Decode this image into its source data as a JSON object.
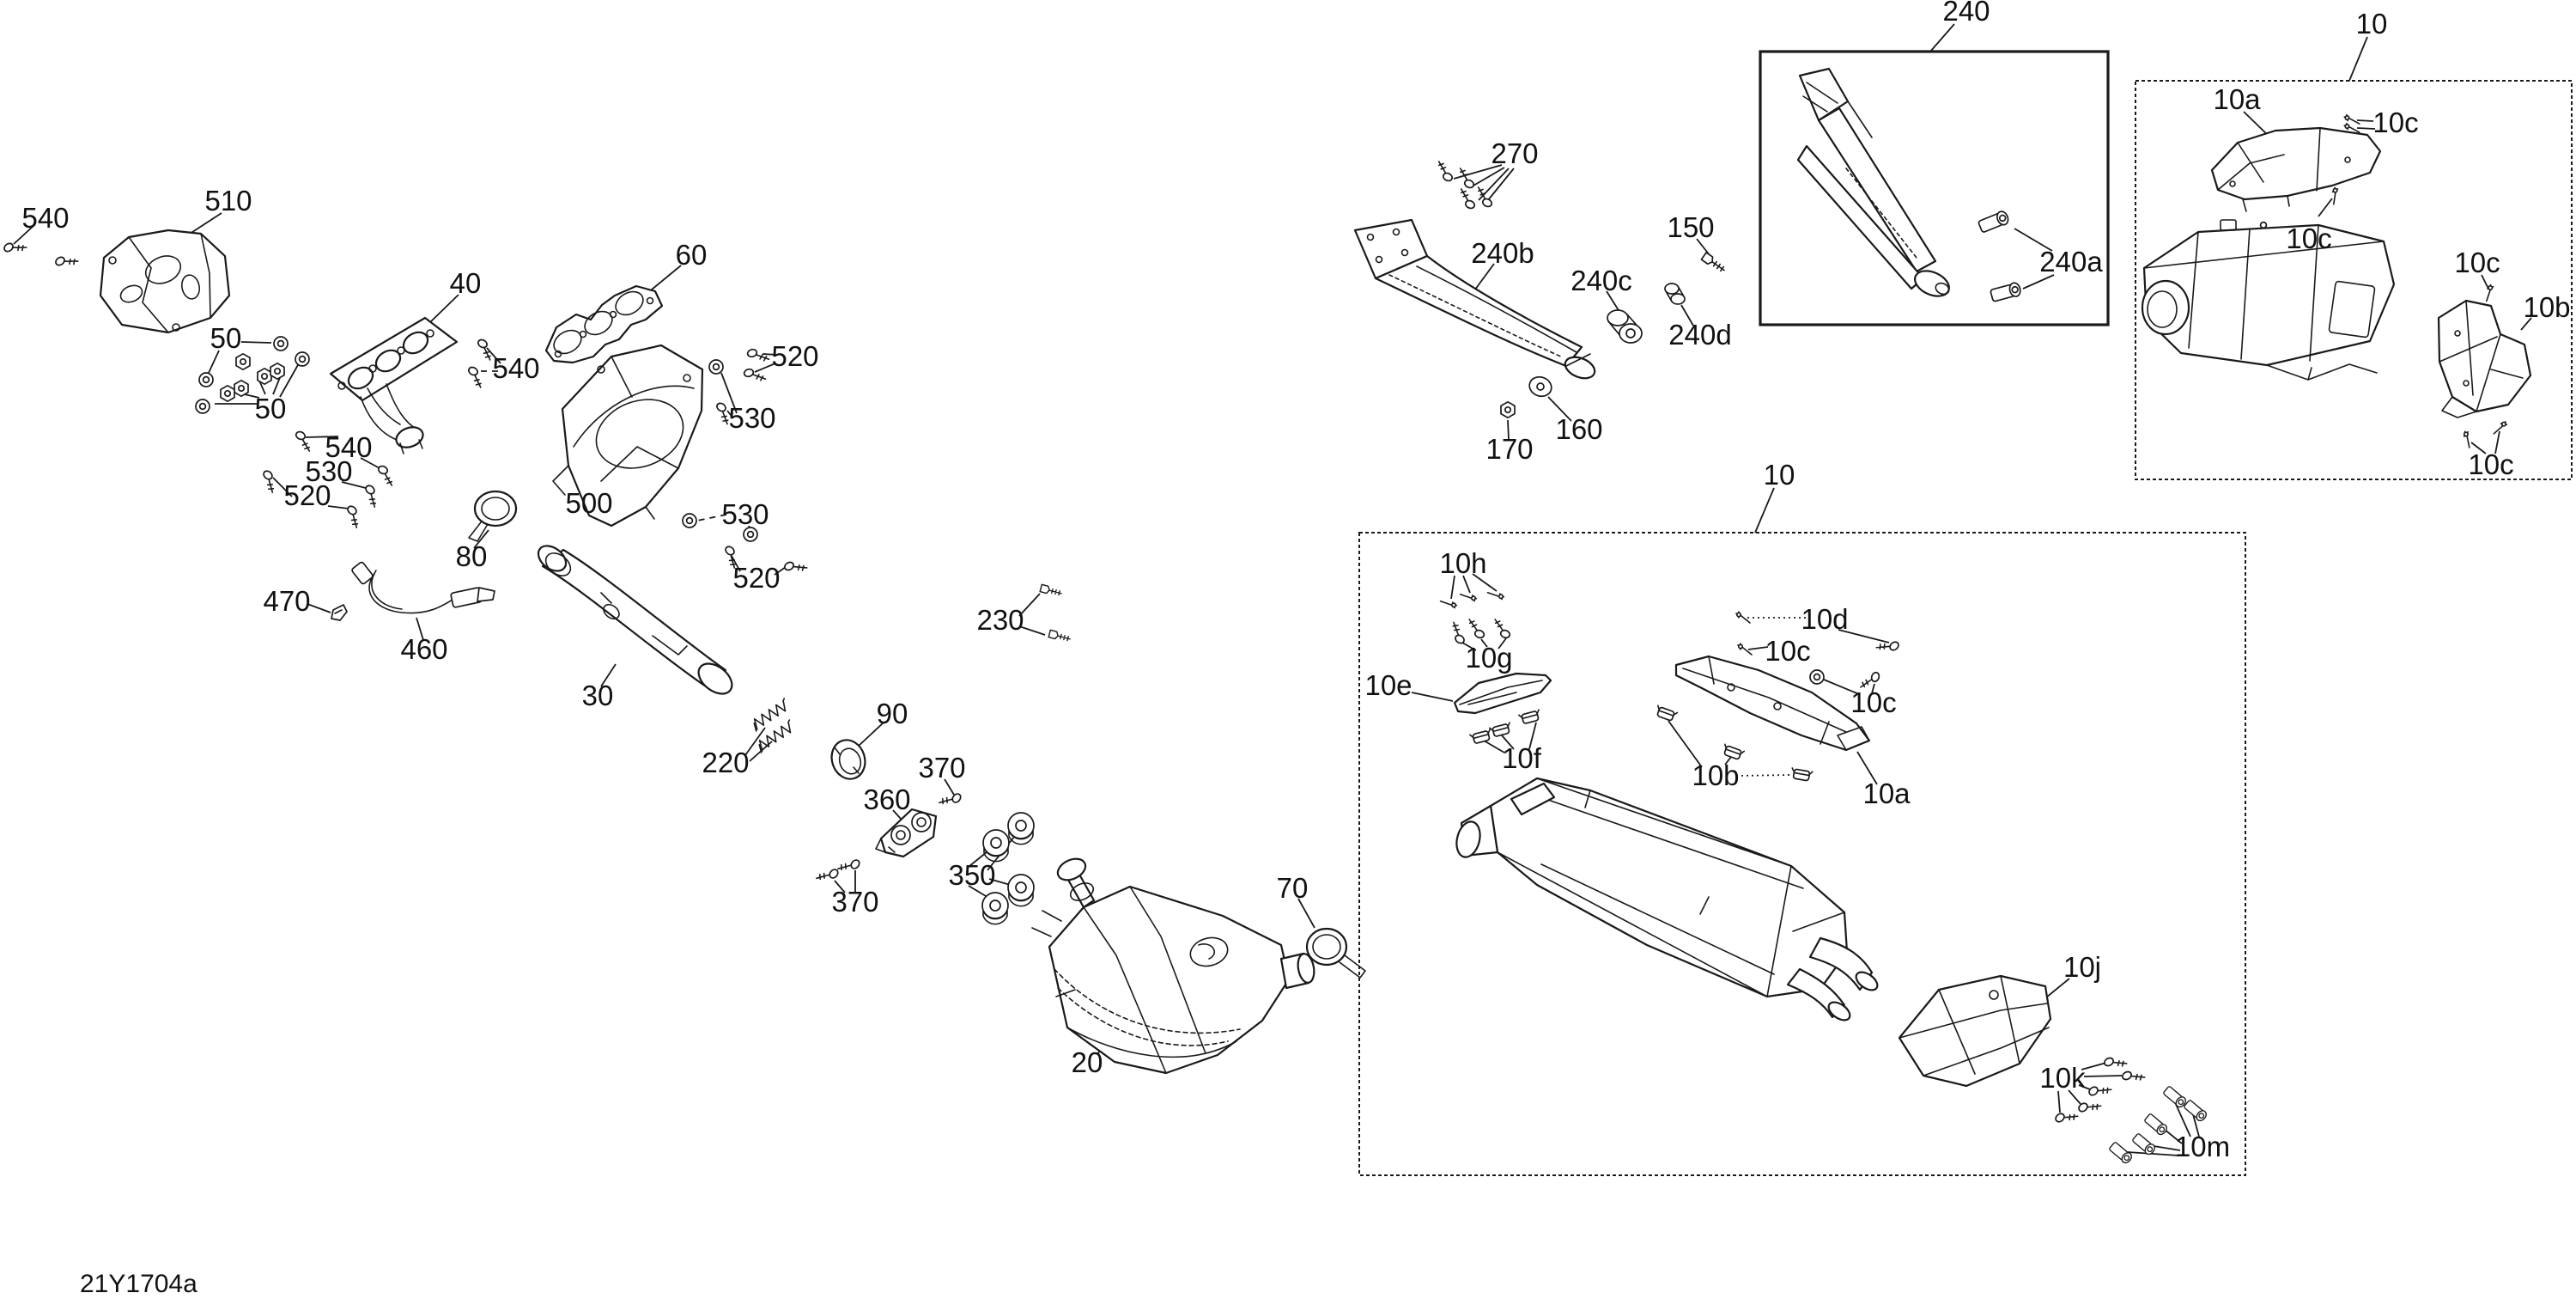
{
  "doc": {
    "code": "21Y1704a",
    "type": "exploded-parts-diagram",
    "subject": "exhaust-system"
  },
  "colors": {
    "background": "#ffffff",
    "line": "#1a1a1a",
    "text": "#111111"
  },
  "boxes": [
    {
      "name": "inset-240",
      "label": "240"
    },
    {
      "name": "inset-10-top-right",
      "label": "10"
    },
    {
      "name": "inset-10-main",
      "label": "10"
    }
  ],
  "callouts": [
    {
      "label": "540"
    },
    {
      "label": "510"
    },
    {
      "label": "50"
    },
    {
      "label": "50"
    },
    {
      "label": "40"
    },
    {
      "label": "60"
    },
    {
      "label": "540"
    },
    {
      "label": "540"
    },
    {
      "label": "530"
    },
    {
      "label": "520"
    },
    {
      "label": "520"
    },
    {
      "label": "530"
    },
    {
      "label": "500"
    },
    {
      "label": "530"
    },
    {
      "label": "520"
    },
    {
      "label": "80"
    },
    {
      "label": "470"
    },
    {
      "label": "460"
    },
    {
      "label": "30"
    },
    {
      "label": "220"
    },
    {
      "label": "90"
    },
    {
      "label": "370"
    },
    {
      "label": "360"
    },
    {
      "label": "350"
    },
    {
      "label": "370"
    },
    {
      "label": "230"
    },
    {
      "label": "20"
    },
    {
      "label": "70"
    },
    {
      "label": "270"
    },
    {
      "label": "240b"
    },
    {
      "label": "240c"
    },
    {
      "label": "150"
    },
    {
      "label": "240d"
    },
    {
      "label": "160"
    },
    {
      "label": "170"
    },
    {
      "label": "240"
    },
    {
      "label": "240a"
    },
    {
      "label": "10"
    },
    {
      "label": "10a"
    },
    {
      "label": "10c"
    },
    {
      "label": "10c"
    },
    {
      "label": "10c"
    },
    {
      "label": "10b"
    },
    {
      "label": "10c"
    },
    {
      "label": "10"
    },
    {
      "label": "10h"
    },
    {
      "label": "10g"
    },
    {
      "label": "10e"
    },
    {
      "label": "10f"
    },
    {
      "label": "10b"
    },
    {
      "label": "10c"
    },
    {
      "label": "10d"
    },
    {
      "label": "10c"
    },
    {
      "label": "10a"
    },
    {
      "label": "10j"
    },
    {
      "label": "10k"
    },
    {
      "label": "10m"
    }
  ]
}
